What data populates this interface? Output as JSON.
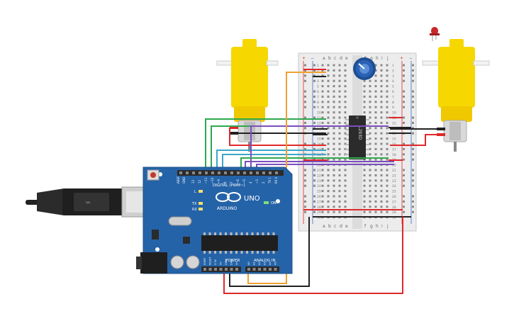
{
  "arduino": {
    "brand": "ARDUINO",
    "model": "UNO",
    "digital_header_label": "DIGITAL (PWM~)",
    "power_label": "POWER",
    "analog_label": "ANALOG IN",
    "on_label": "ON",
    "tx_label": "TX",
    "rx_label": "RX",
    "l_label": "L",
    "aref_label": "AREF",
    "gnd_label": "GND",
    "digital_pins": [
      "13",
      "12",
      "~11",
      "~10",
      "~9",
      "8",
      "7",
      "~6",
      "~5",
      "4",
      "~3",
      "2",
      "TX 1",
      "RX 0"
    ],
    "power_pins": [
      "IOREF",
      "RESET",
      "3.3V",
      "5V",
      "GND",
      "GND",
      "Vin"
    ],
    "analog_pins": [
      "A0",
      "A1",
      "A2",
      "A3",
      "A4",
      "A5"
    ]
  },
  "breadboard": {
    "col_letters_left": [
      "a",
      "b",
      "c",
      "d",
      "e"
    ],
    "col_letters_right": [
      "f",
      "g",
      "h",
      "i",
      "j"
    ],
    "rail_plus": "+",
    "rail_minus": "−",
    "row_numbers": [
      "1",
      "2",
      "3",
      "4",
      "5",
      "6",
      "7",
      "8",
      "9",
      "10",
      "11",
      "12",
      "13",
      "14",
      "15",
      "16",
      "17",
      "18",
      "19",
      "20",
      "21",
      "22",
      "23",
      "24",
      "25",
      "26",
      "27",
      "28",
      "29",
      "30"
    ]
  },
  "chip": {
    "label": "L293D"
  },
  "colors": {
    "board": "#2563a8",
    "motor_yellow": "#f6d700",
    "wire_red": "#e0282a",
    "wire_black": "#222222",
    "wire_orange": "#f0a030",
    "wire_green": "#2fa84f",
    "wire_teal": "#3aa7c8",
    "wire_purple": "#7b4fbd",
    "pot_blue": "#2a5fa8"
  }
}
